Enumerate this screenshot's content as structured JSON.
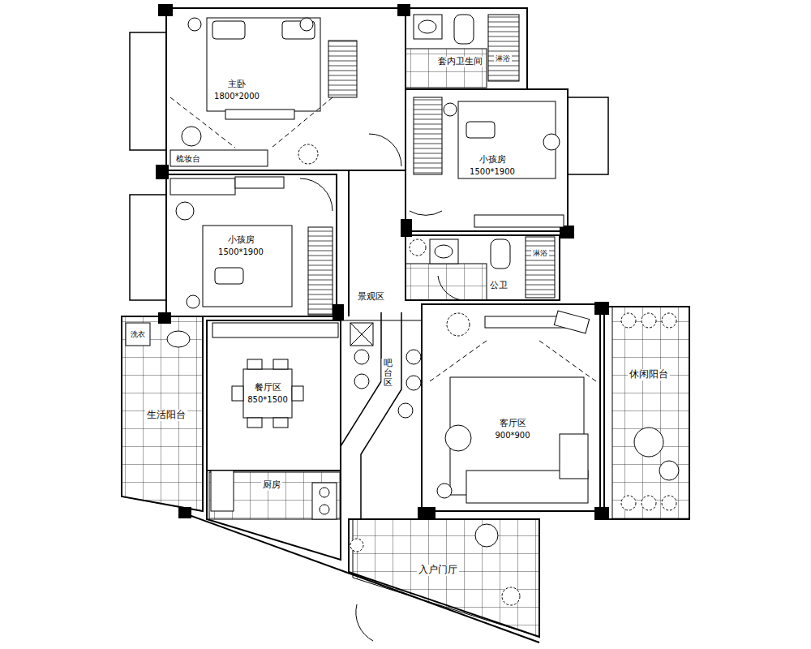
{
  "diagram": {
    "labels": [
      "主卧",
      "1800*2000",
      "梳妆台",
      "套内卫生间",
      "淋浴",
      "小孩房",
      "1500*1900",
      "小孩房",
      "1500*1900",
      "景观区",
      "吧台区",
      "餐厅区",
      "850*1500",
      "客厅区",
      "900*900",
      "公卫",
      "淋浴",
      "休闲阳台",
      "生活阳台",
      "厨房",
      "入户门厅",
      "洗衣"
    ]
  }
}
